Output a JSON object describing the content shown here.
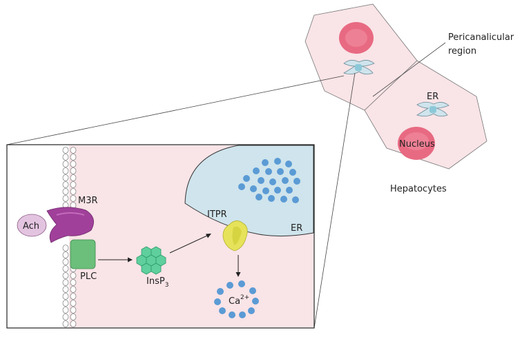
{
  "hepatocytes": {
    "pericanalicular_label_line1": "Pericanalicular",
    "pericanalicular_label_line2": "region",
    "er_label": "ER",
    "nucleus_label": "Nucleus",
    "caption": "Hepatocytes"
  },
  "detail": {
    "receptor_label": "M3R",
    "ligand_label": "Ach",
    "enzyme_label": "PLC",
    "messenger_label": "InsP",
    "messenger_subscript": "3",
    "channel_label": "ITPR",
    "er_label": "ER",
    "ion_label": "Ca",
    "ion_superscript": "2+"
  },
  "colors": {
    "cell_fill": "#f9e4e7",
    "nucleus": "#e86a82",
    "er_fill": "#cfe4ec",
    "calcium_dot": "#5b9bd5",
    "receptor": "#a0409a",
    "plc": "#6bbf7a",
    "insp3": "#5fcf9d",
    "itpr": "#e6e35a",
    "ach": "#e3c4e0"
  }
}
